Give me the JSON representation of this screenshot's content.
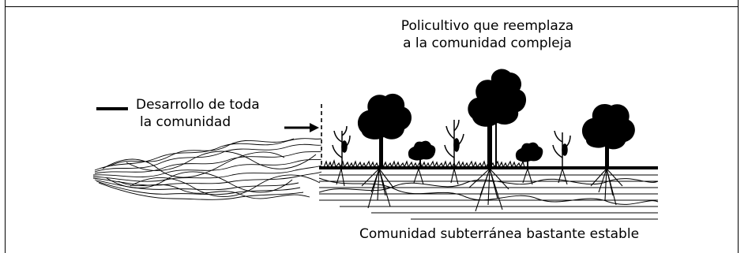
{
  "labels": {
    "polyculture_line1": "Policultivo que reemplaza",
    "polyculture_line2": "a la comunidad compleja",
    "development_line1": "Desarrollo de toda",
    "development_line2": "la comunidad",
    "underground": "Comunidad subterránea bastante estable"
  },
  "icons": {
    "legend_marker": "dash-line",
    "arrow": "right-arrow",
    "trees": [
      "tree-icon",
      "tree-icon",
      "tree-icon",
      "tree-icon"
    ],
    "plants": [
      "corn-plant-icon",
      "corn-plant-icon",
      "shrub-icon",
      "shrub-icon"
    ]
  },
  "colors": {
    "ink": "#000000",
    "background": "#ffffff"
  }
}
